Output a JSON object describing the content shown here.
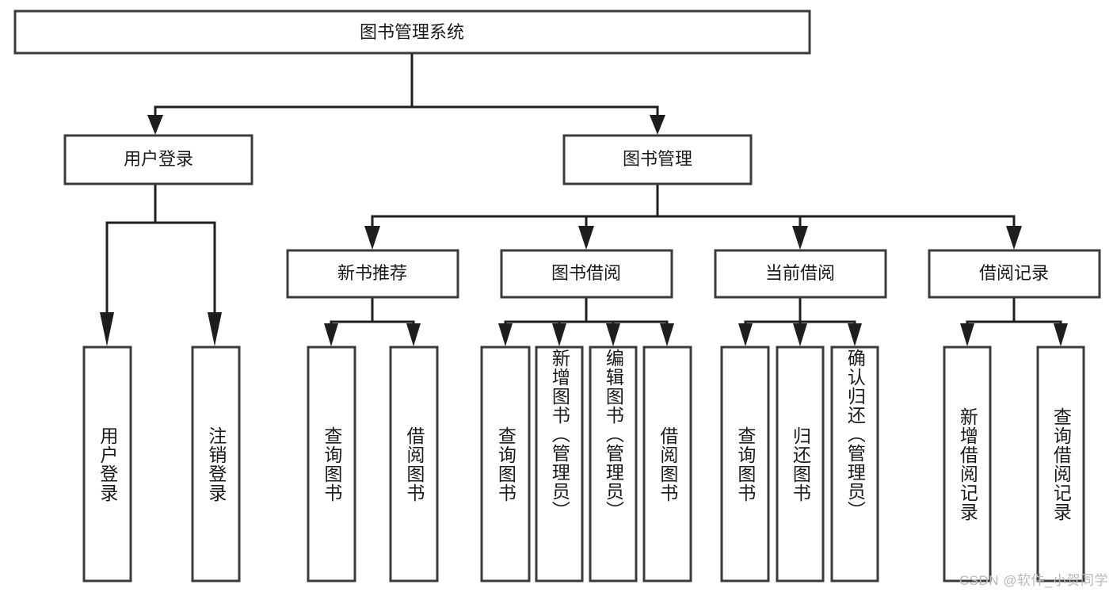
{
  "diagram": {
    "type": "tree",
    "title": "图书管理系统",
    "root": {
      "label": "图书管理系统"
    },
    "level2": [
      {
        "label": "用户登录"
      },
      {
        "label": "图书管理"
      }
    ],
    "level3": [
      {
        "label": "新书推荐"
      },
      {
        "label": "图书借阅"
      },
      {
        "label": "当前借阅"
      },
      {
        "label": "借阅记录"
      }
    ],
    "leaves": {
      "user_login": [
        {
          "label": "用户登录"
        },
        {
          "label": "注销登录"
        }
      ],
      "new_book_rec": [
        {
          "label": "查询图书"
        },
        {
          "label": "借阅图书"
        }
      ],
      "book_borrow": [
        {
          "label": "查询图书"
        },
        {
          "label": "新增图书（管理员）"
        },
        {
          "label": "编辑图书（管理员）"
        },
        {
          "label": "借阅图书"
        }
      ],
      "current_borrow": [
        {
          "label": "查询图书"
        },
        {
          "label": "归还图书"
        },
        {
          "label": "确认归还（管理员）"
        }
      ],
      "borrow_record": [
        {
          "label": "新增借阅记录"
        },
        {
          "label": "查询借阅记录"
        }
      ]
    }
  },
  "watermark": {
    "text": "CSDN @软件_小贺同学"
  },
  "colors": {
    "box_stroke": "#3b3b3b",
    "connector": "#1e1e1e",
    "text": "#1a1a1a",
    "background": "#ffffff",
    "watermark": "#b9b9b9"
  }
}
